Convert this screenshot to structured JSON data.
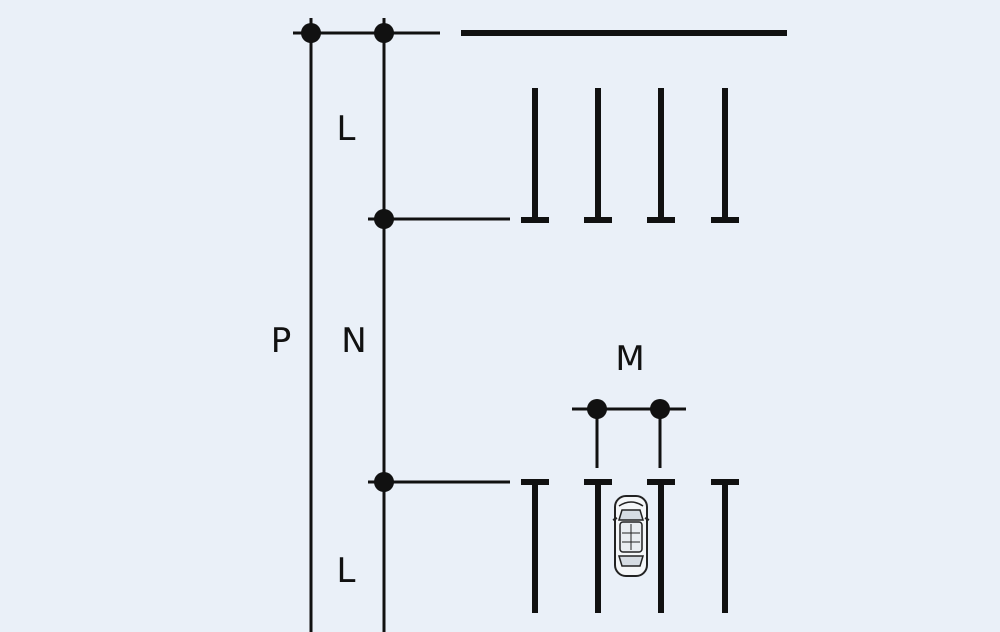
{
  "diagram": {
    "labels": {
      "p": "P",
      "n": "N",
      "l_top": "L",
      "l_bottom": "L",
      "m": "M"
    },
    "colors": {
      "background": "#eaf0f8",
      "ink": "#111111"
    },
    "icons": {
      "car": "car-top-view-icon"
    }
  }
}
